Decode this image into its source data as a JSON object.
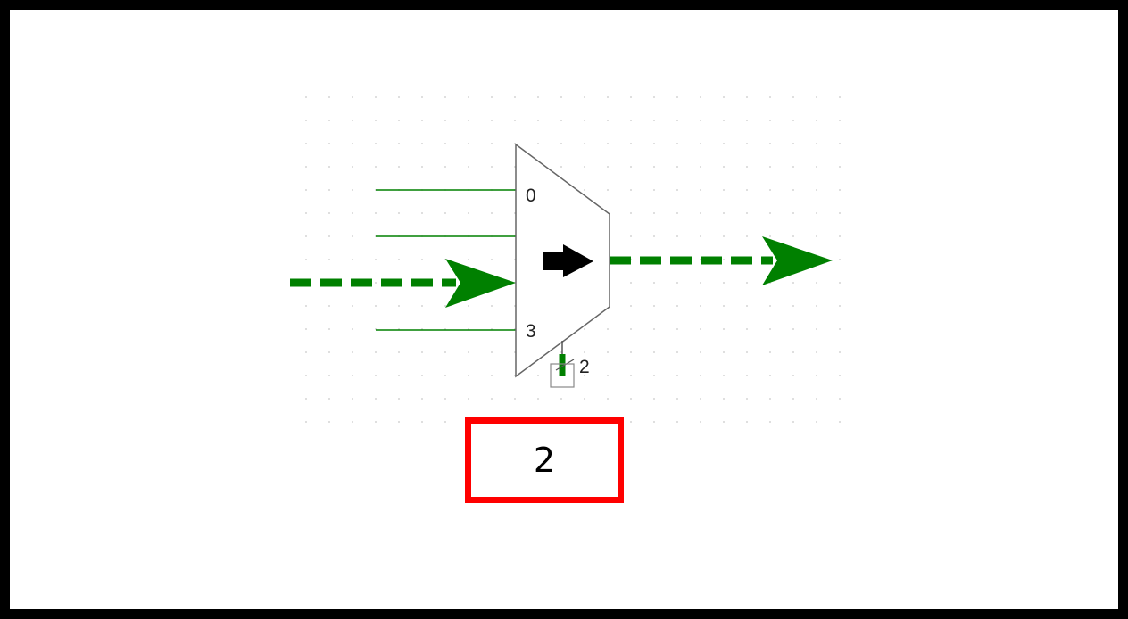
{
  "circuit": {
    "mux": {
      "input_labels": [
        "0",
        "3"
      ],
      "select_width_label": "2"
    },
    "probe": {
      "value": "2"
    }
  },
  "colors": {
    "wire": "#008000",
    "active_bus": "#008000",
    "mux_outline": "#666666",
    "probe_border": "#ff0000",
    "frame": "#000000",
    "grid_dot": "#c8c8c8"
  },
  "icons": {
    "mux_direction": "right-arrow-icon",
    "input_signal": "signal-arrow-icon",
    "output_signal": "signal-arrow-icon"
  }
}
